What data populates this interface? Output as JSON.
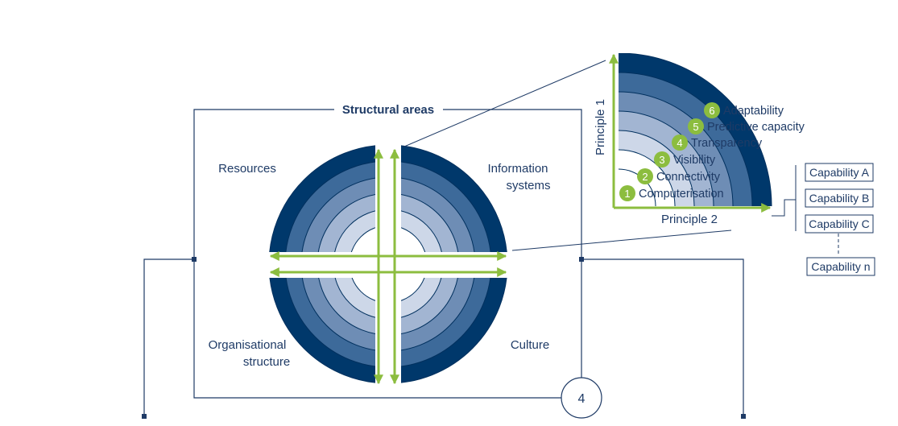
{
  "colors": {
    "navy": "#00305e",
    "ring_colors": [
      "#00386b",
      "#3d6a9a",
      "#6e8db5",
      "#a2b5d2",
      "#cdd7e8",
      "#ffffff"
    ],
    "accent_green": "#8cbd3f",
    "line": "#1f3b66"
  },
  "frame": {
    "title": "Structural areas",
    "badge": "4"
  },
  "areas": {
    "top_left": "Resources",
    "top_right_line1": "Information",
    "top_right_line2": "systems",
    "bottom_left_line1": "Organisational",
    "bottom_left_line2": "structure",
    "bottom_right": "Culture"
  },
  "principles": {
    "vertical": "Principle 1",
    "horizontal": "Principle 2"
  },
  "steps": [
    {
      "num": "1",
      "label": "Computerisation"
    },
    {
      "num": "2",
      "label": "Connectivity"
    },
    {
      "num": "3",
      "label": "Visibility"
    },
    {
      "num": "4",
      "label": "Transparency"
    },
    {
      "num": "5",
      "label": "Predictive capacity"
    },
    {
      "num": "6",
      "label": "Adaptability"
    }
  ],
  "capabilities": [
    {
      "label": "Capability A"
    },
    {
      "label": "Capability B"
    },
    {
      "label": "Capability C"
    },
    {
      "label": "Capability n"
    }
  ]
}
